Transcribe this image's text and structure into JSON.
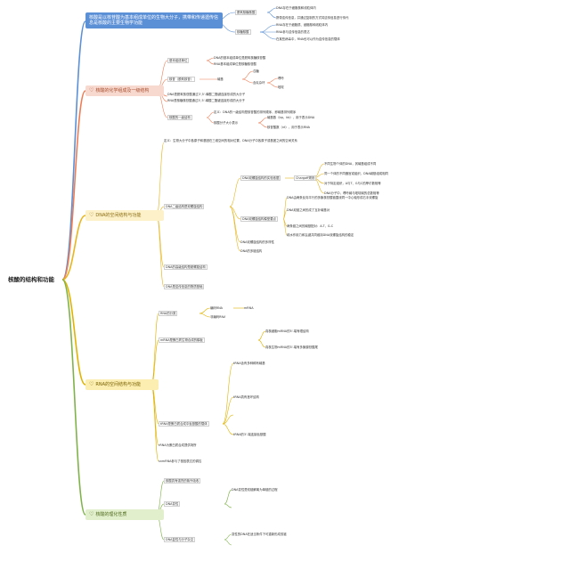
{
  "root": {
    "label": "核酸的结构和功能"
  },
  "branches": [
    {
      "label": "核酸是以核苷酸为基本组成单位的生物大分子，携带和传递遗传信息是核酸的主要生物学功能",
      "color": "#5b8fd6",
      "items": {
        "a": "脱氧核糖核酸",
        "a1": "DNA存在于细胞核和线粒体内",
        "a2": "携带遗传信息，并通过复制的方式将遗传信息进行传代",
        "b": "核糖核酸",
        "b1": "RNA存在于细胞质、细胞核和线粒体内",
        "b2": "RNA参与遗传信息的表达",
        "b3": "在某些病毒中，RNA也可以作为遗传信息的载体"
      }
    },
    {
      "label": "核酸的化学组成及一级结构",
      "icon": "♡",
      "items": {
        "a": "基本组成单位",
        "a1": "DNA的基本组成单位是脱氧核糖核苷酸",
        "a2": "RNA基本组成单位是核糖核苷酸",
        "b": "核苷（脱氧核苷）",
        "b1": "碱基",
        "b2": "含氮杂环",
        "b3": "嘌呤",
        "b4": "嘧啶",
        "b5": "戊糖",
        "b6": "核糖",
        "b7": "脱氧核糖",
        "c1": "DNA是脱氧核苷酸通过3',5'-磷酸二酯键连接形成的大分子",
        "c2": "RNA是核糖核苷酸通过3',5'-磷酸二酯键连接形成的大分子",
        "d": "核酸的一级结构",
        "d1": "定义：DNA的一级结构是核苷酸的排列顺序，即碱基排列顺序",
        "d2": "核酸分子大小表示",
        "d3": "碱基数（bp、kb），用于表示DNA",
        "d4": "核苷酸数（nt），用于表示RNA"
      }
    },
    {
      "label": "DNA的空间结构与功能",
      "icon": "♡",
      "items": {
        "def": "定义：生物大分子中各原子和基团在三维空间的相对位置，DNA分子中各原子或基团之间的空间关系",
        "a": "DNA二级结构是双螺旋结构",
        "a1": "DNA双螺旋结构的实验依据",
        "a2": "Chargaff规则",
        "a21": "不同生物个体的DNA，其碱基组成不同",
        "a22": "同一个体的不同器官或组织，DNA碱基组成相同",
        "a23": "对于特定组织，A与T、G与C的摩尔数相等",
        "a24": "DNA分子中，嘌呤碱与嘧啶碱的总数相等",
        "a3": "DNA双螺旋结构模型要点",
        "a31": "DNA由两条反向平行的多聚核苷酸链围绕同一中心轴形成右手双螺旋",
        "a32": "DNA双链之间形成了互补碱基对",
        "a33": "两条链之间的碱基配对：A-T，G-C",
        "a34": "疏水作用力和氢键共同维持DNA双螺旋结构的稳定",
        "a4": "DNA双螺旋结构的多样性",
        "a5": "DNA的多链结构",
        "b": "DNA的高级结构是超螺旋结构",
        "c": "DNA是遗传信息的物质基础"
      }
    },
    {
      "label": "RNA的空间结构与功能",
      "icon": "♡",
      "items": {
        "a": "RNA的分类",
        "a1": "编码RNA",
        "a2": "mRNA",
        "a3": "非编码RNA",
        "b": "mRNA是蛋白质生物合成的模板",
        "b1": "真核细胞mRNA的5'-端有帽结构",
        "b2": "真核生物mRNA的3'-端有多聚腺苷酸尾",
        "c": "tRNA是蛋白质合成中氨基酸的载体",
        "c1": "tRNA含有多种稀有碱基",
        "c2": "tRNA具有茎环结构",
        "c3": "tRNA的3'-端连接氨基酸",
        "d": "rRNA为蛋白质合成提供场所",
        "e": "snmRNA参与了基因表达的调控"
      }
    },
    {
      "label": "核酸的理化性质",
      "icon": "♡",
      "items": {
        "a": "核酸具有强烈的紫外吸收",
        "b": "DNA变性",
        "b1": "DNA变性是双链解离为单链的过程",
        "c": "DNA复性与分子杂交",
        "c1": "变性的DNA在适当条件下可重新形成双链"
      }
    }
  ]
}
